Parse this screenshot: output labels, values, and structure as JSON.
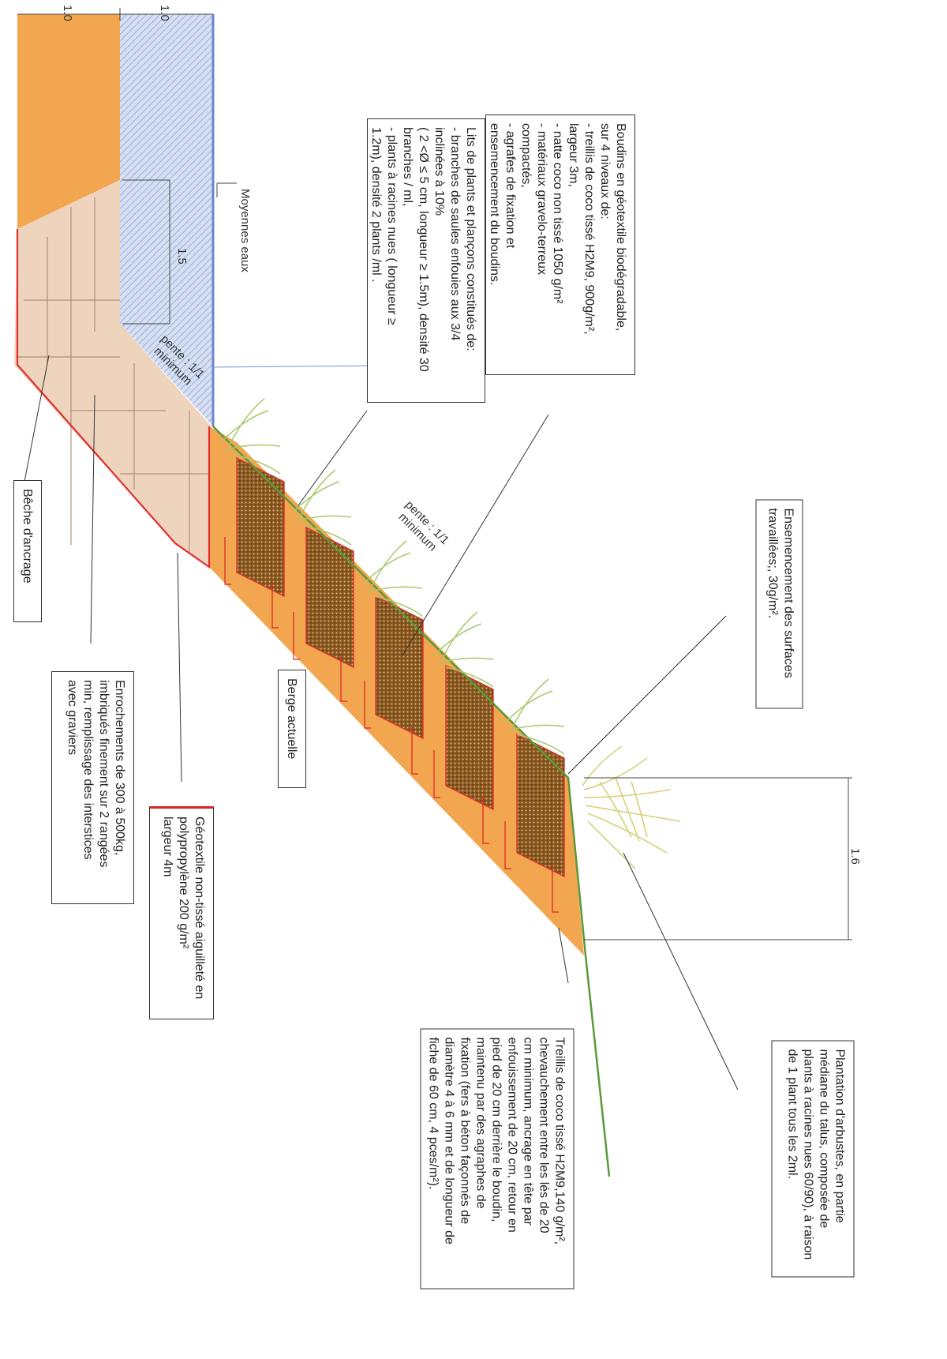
{
  "dimensions": {
    "d1": "1.0",
    "d2": "1.0",
    "d3": "1.5",
    "d4": "1.6"
  },
  "labels": {
    "moyennes_eaux": "Moyennes eaux",
    "pente_upper_1": "pente : 1/1",
    "pente_upper_2": "minimum",
    "pente_lower_1": "pente : 1/1",
    "pente_lower_2": "minimum"
  },
  "boxes": {
    "boudins": [
      "Boudins en géotextile biodégradable,",
      "sur 4 niveaux de:",
      "- treillis de coco tissé H2M9, 900g/m²,",
      "largeur 3m,",
      "- natte coco non tissé 1050 g/m²",
      "- matériaux gravelo-terreux",
      "compactés,",
      "- agrafes de fixation et",
      "ensemencement du boudins."
    ],
    "lits": [
      "Lits de plants et plançons constitués de:",
      "- branches de saules enfouies aux 3/4",
      "inclinées à 10%",
      "( 2 <Ø ≤ 5 cm, longueur ≥ 1.5m), densité 30",
      "branches / ml,",
      "- plants à racines nues ( longueur ≥",
      "1.2m), densité 2 plants /ml ."
    ],
    "ensemencement": [
      "Ensemencement des surfaces",
      "travaillées;, 30g/m²."
    ],
    "plantation": [
      "Plantation d'arbustes, en partie",
      "médiane du talus, composée de",
      "plants à racines nues 60/90), à raison",
      "de 1 plant tous les 2ml."
    ],
    "treillis": [
      "Treillis de coco tissé H2M9,140 g/m²,",
      "chevauchement entre les lés de 20",
      "cm minimum, ancrage en tête par",
      "enfouissement de 20 cm, retour en",
      "pied de 20 cm derrière le boudin,",
      "maintenu par des agraphes de",
      "fixation (fers à béton façonnés de",
      "diamètre 4 à 6 mm et de longueur de",
      "fiche de 60 cm, 4 pces/m²)."
    ],
    "beche": [
      "Bêche d'ancrage"
    ],
    "enrochements": [
      "Enrochements de 300 à 500kg,",
      "imbriqués finement sur 2 rangées",
      "min, remplissage des interstices",
      "avec graviers"
    ],
    "berge": [
      "Berge actuelle"
    ],
    "geotextile": [
      "Géotextile non-tissé aiguilleté en",
      "polypropylène 200 g/m²",
      "largeur 4m"
    ]
  },
  "colors": {
    "soil": "#f2a650",
    "rock": "#efd4bd",
    "water": "#c9d6ee",
    "water_edge": "#6f86c8",
    "geotextile": "#e03030",
    "boudin": "#8a5a22",
    "grass": "#5a9a3a",
    "shrub": "#cbd98a",
    "roots": "#d6d07a"
  }
}
